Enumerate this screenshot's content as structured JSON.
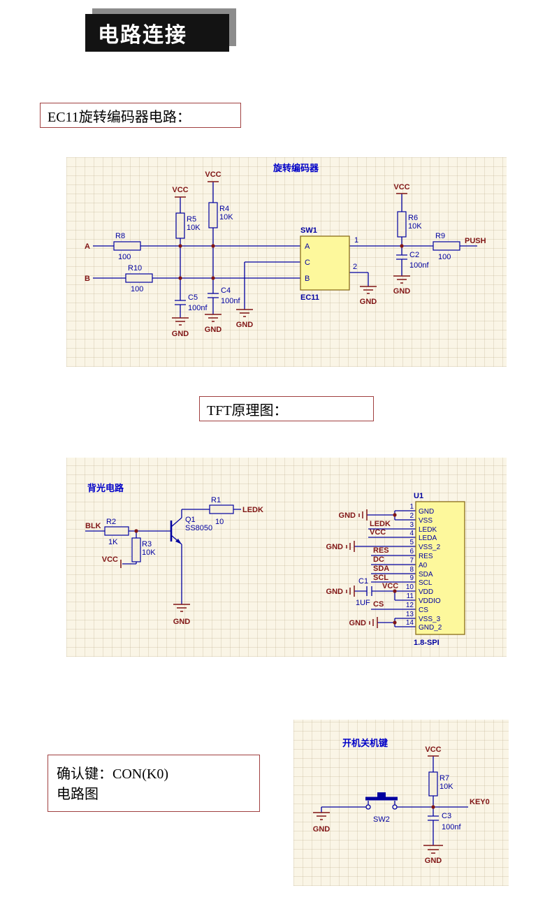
{
  "header": {
    "title": "电路连接"
  },
  "captions": {
    "encoder": "EC11旋转编码器电路：",
    "tft": "TFT原理图：",
    "confirm_line1": "确认键：CON(K0)",
    "confirm_line2": "电路图"
  },
  "colors": {
    "header_bg": "#131313",
    "header_shadow": "#8c8c8c",
    "schematic_bg": "#faf5e6",
    "wire_blue": "#0000a0",
    "net_label_red": "#801515",
    "part_fill_yellow": "#fdf89c",
    "part_border": "#8a6d1a",
    "caption_border": "#a04040",
    "title_blue": "#0000c8"
  },
  "sch_encoder": {
    "title": "旋转编码器",
    "net_a": "A",
    "net_b": "B",
    "push": "PUSH",
    "vcc": "VCC",
    "gnd": "GND",
    "r8": {
      "ref": "R8",
      "val": "100"
    },
    "r10": {
      "ref": "R10",
      "val": "100"
    },
    "r5": {
      "ref": "R5",
      "val": "10K"
    },
    "r4": {
      "ref": "R4",
      "val": "10K"
    },
    "r6": {
      "ref": "R6",
      "val": "10K"
    },
    "r9": {
      "ref": "R9",
      "val": "100"
    },
    "c5": {
      "ref": "C5",
      "val": "100nf"
    },
    "c4": {
      "ref": "C4",
      "val": "100nf"
    },
    "c2": {
      "ref": "C2",
      "val": "100nf"
    },
    "sw1": {
      "ref": "SW1",
      "part": "EC11",
      "pin_a": "A",
      "pin_c": "C",
      "pin_b": "B",
      "pin_1": "1",
      "pin_2": "2"
    }
  },
  "sch_tft": {
    "title": "背光电路",
    "blk": "BLK",
    "vcc": "VCC",
    "gnd": "GND",
    "ledk": "LEDK",
    "r2": {
      "ref": "R2",
      "val": "1K"
    },
    "r3": {
      "ref": "R3",
      "val": "10K"
    },
    "r1": {
      "ref": "R1",
      "val": "10"
    },
    "q1": {
      "ref": "Q1",
      "val": "SS8050"
    },
    "c1": {
      "ref": "C1",
      "val": "1UF"
    },
    "u1": {
      "ref": "U1",
      "footprint": "1.8-SPI"
    },
    "left": {
      "res": "RES",
      "dc": "DC",
      "sda": "SDA",
      "scl": "SCL",
      "cs": "CS"
    },
    "pins": [
      {
        "n": "1",
        "name": "GND"
      },
      {
        "n": "2",
        "name": "VSS"
      },
      {
        "n": "3",
        "name": "LEDK"
      },
      {
        "n": "4",
        "name": "LEDA"
      },
      {
        "n": "5",
        "name": "VSS_2"
      },
      {
        "n": "6",
        "name": "RES"
      },
      {
        "n": "7",
        "name": "A0"
      },
      {
        "n": "8",
        "name": "SDA"
      },
      {
        "n": "9",
        "name": "SCL"
      },
      {
        "n": "10",
        "name": "VDD"
      },
      {
        "n": "11",
        "name": "VDDIO"
      },
      {
        "n": "12",
        "name": "CS"
      },
      {
        "n": "13",
        "name": "VSS_3"
      },
      {
        "n": "14",
        "name": "GND_2"
      }
    ]
  },
  "sch_power": {
    "title": "开机关机键",
    "vcc": "VCC",
    "gnd": "GND",
    "key0": "KEY0",
    "r7": {
      "ref": "R7",
      "val": "10K"
    },
    "c3": {
      "ref": "C3",
      "val": "100nf"
    },
    "sw2": {
      "ref": "SW2"
    }
  }
}
